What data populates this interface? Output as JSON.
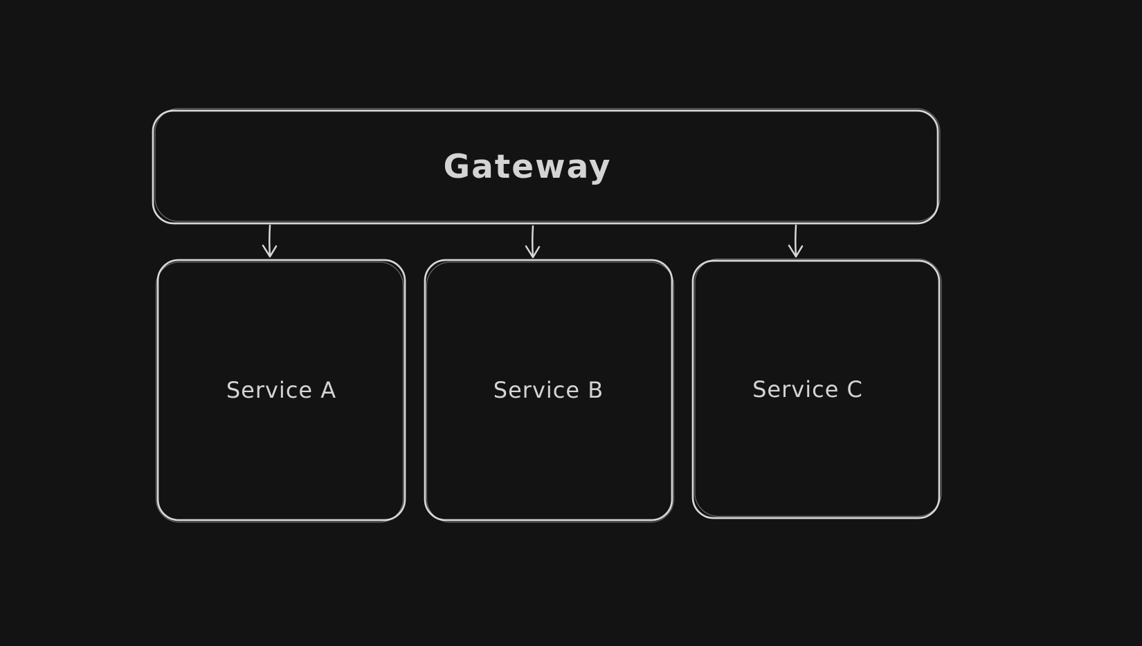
{
  "diagram": {
    "type": "flowchart",
    "theme": "dark",
    "nodes": [
      {
        "id": "gateway",
        "label": "Gateway"
      },
      {
        "id": "service-a",
        "label": "Service A"
      },
      {
        "id": "service-b",
        "label": "Service B"
      },
      {
        "id": "service-c",
        "label": "Service C"
      }
    ],
    "edges": [
      {
        "from": "gateway",
        "to": "service-a",
        "direction": "down"
      },
      {
        "from": "gateway",
        "to": "service-b",
        "direction": "down"
      },
      {
        "from": "gateway",
        "to": "service-c",
        "direction": "down"
      }
    ]
  },
  "colors": {
    "background": "#131313",
    "stroke": "#d8d8d8",
    "text": "#d4d4d4"
  }
}
